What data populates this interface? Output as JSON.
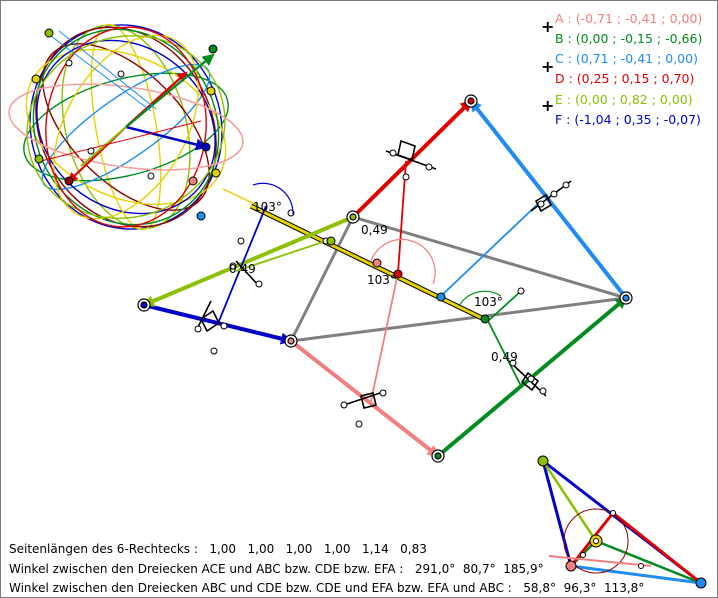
{
  "points": [
    {
      "id": "A",
      "text": "A : (-0,71 ; -0,41 ; 0,00)",
      "color": "#f08080"
    },
    {
      "id": "B",
      "text": "B : (0,00 ; -0,15 ; -0,66)",
      "color": "#008c1e"
    },
    {
      "id": "C",
      "text": "C : (0,71 ; -0,41 ; 0,00)",
      "color": "#1e8cf0"
    },
    {
      "id": "D",
      "text": "D : (0,25 ; 0,15 ; 0,70)",
      "color": "#e00000"
    },
    {
      "id": "E",
      "text": "E : (0,00 ; 0,82 ; 0,00)",
      "color": "#8cc000"
    },
    {
      "id": "F",
      "text": "F : (-1,04 ; 0,35 ; -0,07)",
      "color": "#0000c8"
    }
  ],
  "plus_symbol": "+",
  "angle_labels": {
    "a1": "103°",
    "a2": "103°",
    "a3": "103°"
  },
  "length_labels": {
    "l1": "0,49",
    "l2": "0,49",
    "l3": "0,49"
  },
  "info": {
    "line1": "Seitenlängen des 6-Rechtecks :   1,00   1,00   1,00   1,00   1,14   0,83",
    "line2": "Winkel zwischen den Dreiecken ACE und ABC bzw. CDE bzw. EFA :   291,0°  80,7°  185,9°",
    "line3": "Winkel zwischen den Dreiecken ABC und CDE bzw. CDE und EFA bzw. EFA und ABC :   58,8°  96,3°  113,8°"
  },
  "colors": {
    "A": "#f08080",
    "B": "#008c1e",
    "C": "#1e8cf0",
    "D": "#e00000",
    "E": "#8cc000",
    "F": "#0000c8",
    "gray": "#808080",
    "axis": "#e6d200"
  }
}
